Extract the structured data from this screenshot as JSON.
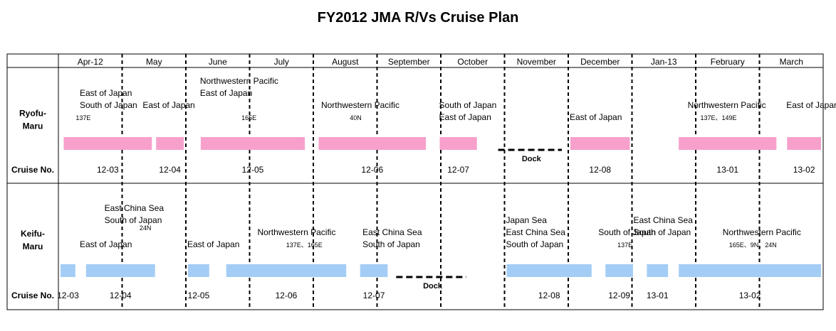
{
  "chart_data": {
    "type": "gantt",
    "title": "FY2012 JMA R/Vs Cruise Plan",
    "months": [
      "Apr-12",
      "May",
      "June",
      "July",
      "August",
      "September",
      "October",
      "November",
      "December",
      "Jan-13",
      "February",
      "March"
    ],
    "row_labels": {
      "cruise_no": "Cruise No."
    },
    "vessels": [
      {
        "name_line1": "Ryofu-",
        "name_line2": "Maru",
        "color": "#f7a0cc",
        "cruises": [
          {
            "id": "12-03",
            "start": 0.05,
            "end": 1.5,
            "areas": [
              "East of Japan",
              "South of Japan"
            ],
            "note": "137E"
          },
          {
            "id": "12-04",
            "start": 1.5,
            "end": 2.0,
            "areas": [
              "East of Japan"
            ],
            "note": ""
          },
          {
            "id": "12-05",
            "start": 2.2,
            "end": 3.9,
            "areas": [
              "Northwestern Pacific",
              "East of Japan"
            ],
            "note": "165E"
          },
          {
            "id": "12-06",
            "start": 4.05,
            "end": 5.8,
            "areas": [
              "Northwestern Pacific"
            ],
            "note": "40N"
          },
          {
            "id": "12-07",
            "start": 5.95,
            "end": 6.6,
            "areas": [
              "South of Japan",
              "East of Japan"
            ],
            "note": ""
          },
          {
            "id": "12-08",
            "start": 8.0,
            "end": 9.0,
            "areas": [
              "East of Japan"
            ],
            "note": ""
          },
          {
            "id": "13-01",
            "start": 9.7,
            "end": 11.3,
            "areas": [
              "Northwestern Pacific"
            ],
            "note": "137E、149E"
          },
          {
            "id": "13-02",
            "start": 11.4,
            "end": 12.0,
            "areas": [
              "East of Japan"
            ],
            "note": ""
          }
        ],
        "dock": {
          "label": "Dock",
          "start": 6.9,
          "end": 7.9
        }
      },
      {
        "name_line1": "Keifu-",
        "name_line2": "Maru",
        "color": "#a4cdf6",
        "cruises": [
          {
            "id": "12-03",
            "start": 0.0,
            "end": 0.3,
            "areas": [
              "East of Japan"
            ],
            "note": ""
          },
          {
            "id": "12-04",
            "start": 0.4,
            "end": 1.55,
            "areas": [
              "East China Sea",
              "South of Japan"
            ],
            "note": "24N"
          },
          {
            "id": "12-05",
            "start": 2.0,
            "end": 2.4,
            "areas": [
              "East of Japan"
            ],
            "note": ""
          },
          {
            "id": "12-06",
            "start": 2.6,
            "end": 4.55,
            "areas": [
              "Northwestern Pacific"
            ],
            "note": "137E、165E"
          },
          {
            "id": "12-07",
            "start": 4.7,
            "end": 5.2,
            "areas": [
              "East China Sea",
              "South of Japan"
            ],
            "note": ""
          },
          {
            "id": "12-08",
            "start": 7.0,
            "end": 8.4,
            "areas": [
              "Japan Sea",
              "East China Sea",
              "South of Japan"
            ],
            "note": ""
          },
          {
            "id": "12-09",
            "start": 8.55,
            "end": 9.05,
            "areas": [
              "South of Japan"
            ],
            "note": "137E"
          },
          {
            "id": "13-01",
            "start": 9.2,
            "end": 9.6,
            "areas": [
              "East China Sea",
              "South of Japan"
            ],
            "note": ""
          },
          {
            "id": "13-02",
            "start": 9.7,
            "end": 12.0,
            "areas": [
              "Northwestern Pacific"
            ],
            "note": "165E、9N、24N"
          }
        ],
        "dock": {
          "label": "Dock",
          "start": 5.3,
          "end": 6.4
        }
      }
    ],
    "ryofu_labels": [
      {
        "text": "East of Japan",
        "t": 0.0,
        "line": 0
      },
      {
        "text": "South of Japan",
        "t": 0.0,
        "line": 1
      },
      {
        "text": "137E",
        "t": 0.25,
        "line": 2,
        "small": true
      },
      {
        "text": "East of Japan",
        "t": 1.3,
        "line": 1
      },
      {
        "text": "Northwestern Pacific",
        "t": 2.2,
        "line": -1
      },
      {
        "text": "East of Japan",
        "t": 2.2,
        "line": 0
      },
      {
        "text": "165E",
        "t": 2.85,
        "line": 2,
        "small": true
      },
      {
        "text": "Northwestern Pacific",
        "t": 4.1,
        "line": 1
      },
      {
        "text": "40N",
        "t": 4.55,
        "line": 2,
        "small": true
      },
      {
        "text": "South of Japan",
        "t": 5.95,
        "line": 1
      },
      {
        "text": "East of Japan",
        "t": 5.95,
        "line": 2
      },
      {
        "text": "East of Japan",
        "t": 8.0,
        "line": 2
      },
      {
        "text": "Northwestern Pacific",
        "t": 9.85,
        "line": 1
      },
      {
        "text": "137E、149E",
        "t": 10.05,
        "line": 2,
        "small": true
      },
      {
        "text": "East of Japan",
        "t": 11.4,
        "line": 1
      }
    ],
    "keifu_labels": [
      {
        "text": "East China Sea",
        "t": 0.7,
        "line": -1
      },
      {
        "text": "South of Japan",
        "t": 0.7,
        "line": 0
      },
      {
        "text": "24N",
        "t": 1.25,
        "line": 0.6,
        "small": true
      },
      {
        "text": "East of Japan",
        "t": 0.0,
        "line": 2
      },
      {
        "text": "East of Japan",
        "t": 2.0,
        "line": 2
      },
      {
        "text": "Northwestern Pacific",
        "t": 3.1,
        "line": 1
      },
      {
        "text": "137E、165E",
        "t": 3.55,
        "line": 2,
        "small": true
      },
      {
        "text": "East China Sea",
        "t": 4.75,
        "line": 1
      },
      {
        "text": "South of Japan",
        "t": 4.75,
        "line": 2
      },
      {
        "text": "Japan Sea",
        "t": 7.0,
        "line": 0
      },
      {
        "text": "East China Sea",
        "t": 7.0,
        "line": 1
      },
      {
        "text": "South of Japan",
        "t": 7.0,
        "line": 2
      },
      {
        "text": "South of Japan",
        "t": 8.45,
        "line": 1
      },
      {
        "text": "137E",
        "t": 8.75,
        "line": 2,
        "small": true
      },
      {
        "text": "East China Sea",
        "t": 9.0,
        "line": 0
      },
      {
        "text": "South of Japan",
        "t": 9.0,
        "line": 1
      },
      {
        "text": "Northwestern Pacific",
        "t": 10.4,
        "line": 1
      },
      {
        "text": "165E、9N、24N",
        "t": 10.5,
        "line": 2,
        "small": true
      }
    ]
  }
}
